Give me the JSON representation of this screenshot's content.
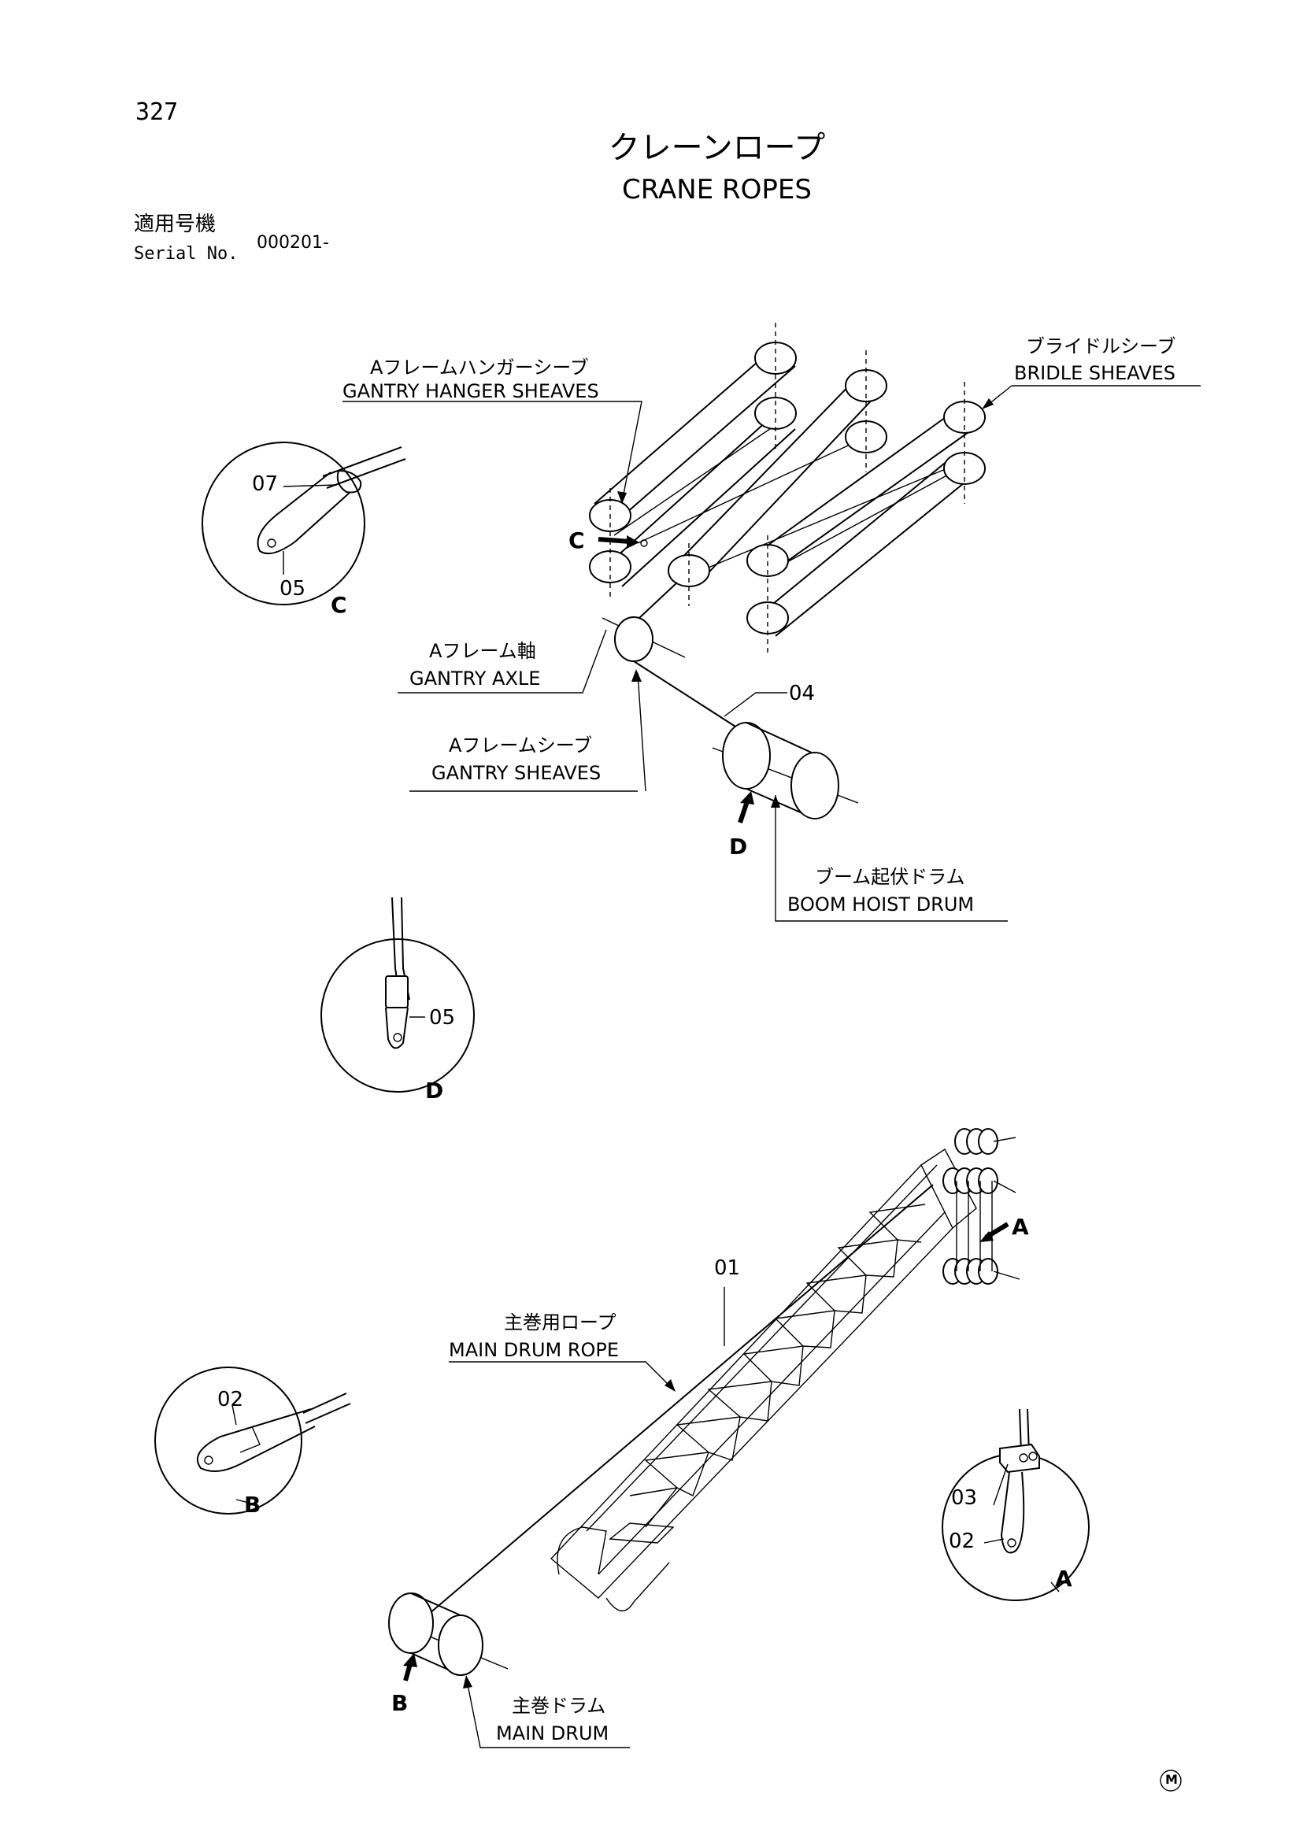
{
  "header": {
    "page_number": "327",
    "title_jp": "クレーンロープ",
    "title_en": "CRANE ROPES",
    "serial_label_jp": "適用号機",
    "serial_label_en": "Serial No.",
    "serial_value": "000201-"
  },
  "labels": {
    "gantry_hanger_sheaves_jp": "Aフレームハンガーシーブ",
    "gantry_hanger_sheaves_en": "GANTRY HANGER SHEAVES",
    "bridle_sheaves_jp": "ブライドルシーブ",
    "bridle_sheaves_en": "BRIDLE SHEAVES",
    "gantry_axle_jp": "Aフレーム軸",
    "gantry_axle_en": "GANTRY AXLE",
    "gantry_sheaves_jp": "Aフレームシーブ",
    "gantry_sheaves_en": "GANTRY SHEAVES",
    "boom_hoist_drum_jp": "ブーム起伏ドラム",
    "boom_hoist_drum_en": "BOOM HOIST DRUM",
    "main_drum_rope_jp": "主巻用ロープ",
    "main_drum_rope_en": "MAIN DRUM ROPE",
    "main_drum_jp": "主巻ドラム",
    "main_drum_en": "MAIN DRUM"
  },
  "callouts": {
    "c07": "07",
    "c05_detail_c": "05",
    "c04": "04",
    "c05_detail_d": "05",
    "c01": "01",
    "c02_detail_b": "02",
    "c03": "03",
    "c02_detail_a": "02"
  },
  "view_letters": {
    "c_arrow": "C",
    "c_detail": "C",
    "d_arrow": "D",
    "d_detail": "D",
    "a_arrow": "A",
    "a_detail": "A",
    "b_arrow": "B",
    "b_detail": "B"
  },
  "footer": {
    "mark": "M"
  }
}
